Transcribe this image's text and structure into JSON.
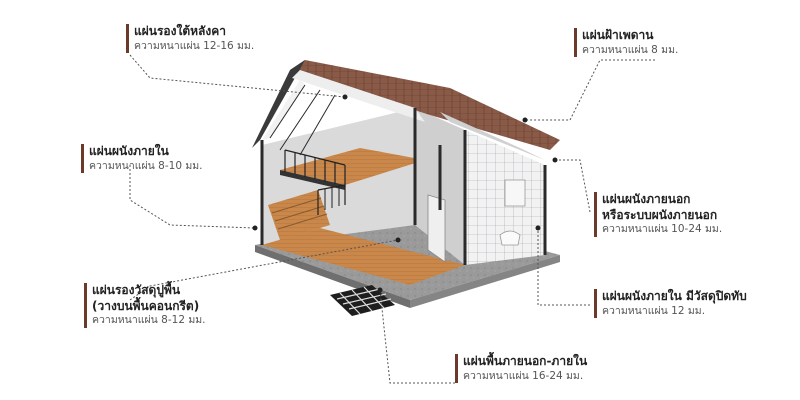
{
  "callouts": [
    {
      "title": "แผ่นรองใต้หลังคา",
      "subtitle": "ความหนาแผ่น 12-16 มม."
    },
    {
      "title": "แผ่นฝ้าเพดาน",
      "subtitle": "ความหนาแผ่น 8 มม."
    },
    {
      "title": "แผ่นผนังภายใน",
      "subtitle": "ความหนาแผ่น 8-10 มม."
    },
    {
      "title": "แผ่นผนังภายนอก",
      "title2": "หรือระบบผนังภายนอก",
      "subtitle": "ความหนาแผ่น 10-24 มม."
    },
    {
      "title": "แผ่นรองวัสดุปูพื้น",
      "title2": "(วางบนพื้นคอนกรีต)",
      "subtitle": "ความหนาแผ่น 8-12 มม."
    },
    {
      "title": "แผ่นผนังภายใน มีวัสดุปิดทับ",
      "subtitle": "ความหนาแผ่น 12 มม."
    },
    {
      "title": "แผ่นพื้นภายนอก-ภายใน",
      "subtitle": "ความหนาแผ่น 16-24 มม."
    }
  ],
  "colors": {
    "accent": "#6b3a2a",
    "roof_tiles": "#8a5a48",
    "wood_floor": "#c9874a",
    "wall": "#e6e6e6",
    "frame": "#2a2a2a",
    "leader": "#555555"
  },
  "icons": [
    "house-cutaway-illustration"
  ]
}
